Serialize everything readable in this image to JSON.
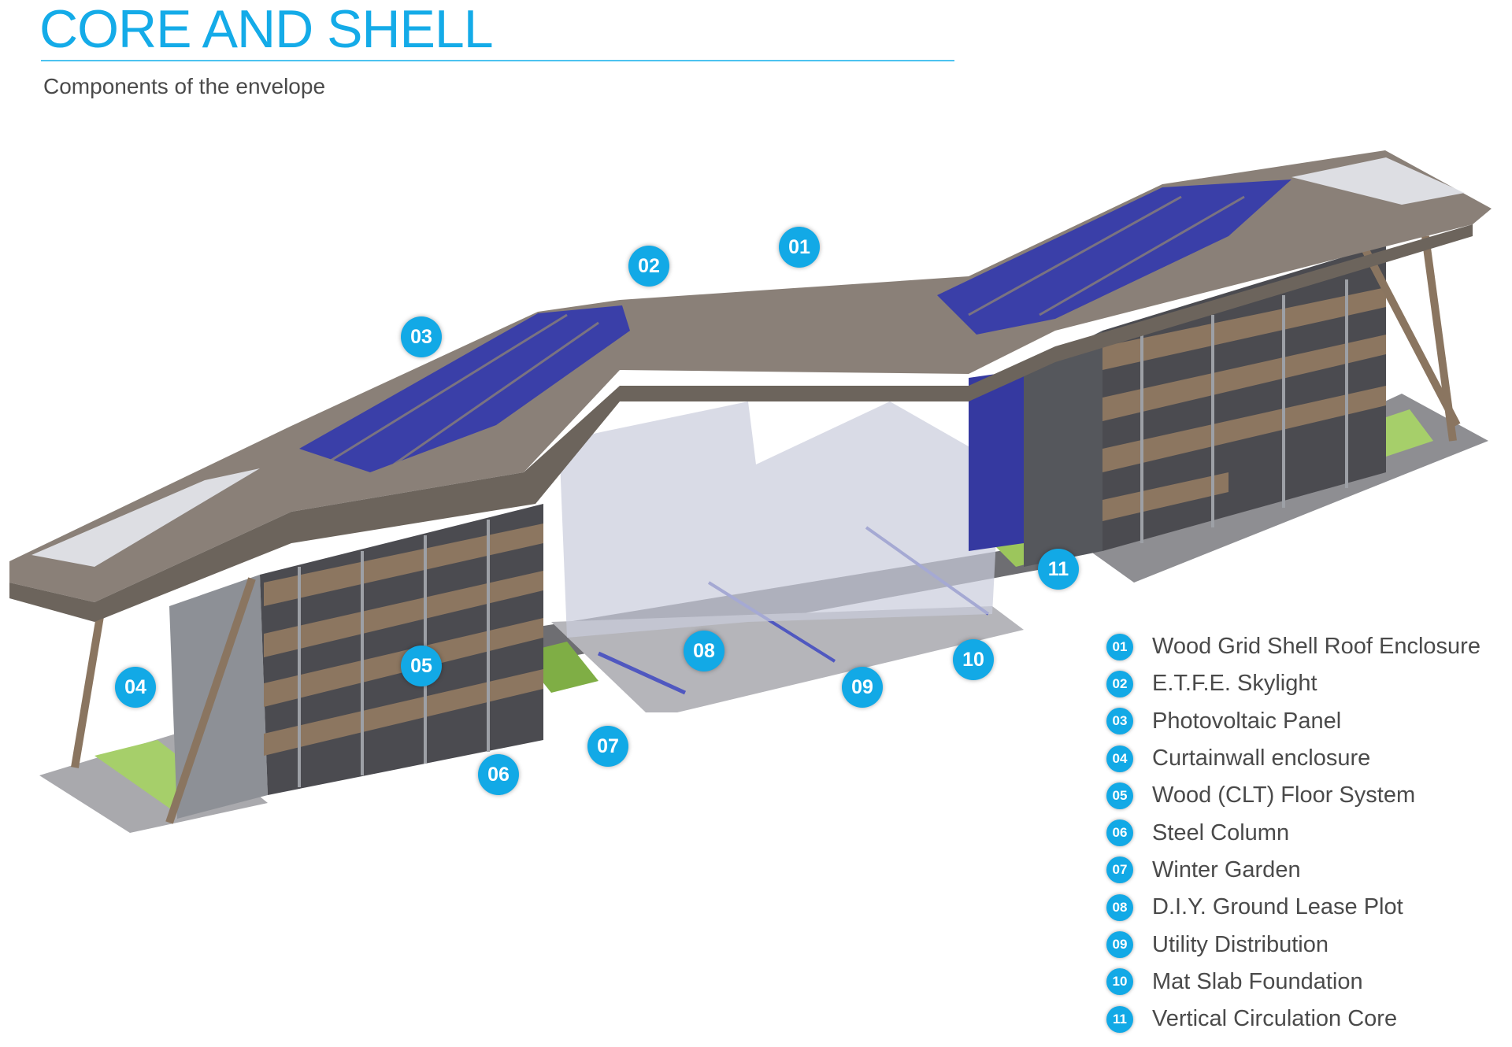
{
  "header": {
    "title": "CORE AND SHELL",
    "subtitle": "Components of the envelope"
  },
  "colors": {
    "accent": "#12a9e6",
    "text": "#4a4a4a",
    "roof_wood": "#8a8078",
    "pv_blue": "#3a3fa8",
    "floor_wood": "#8c7660",
    "garden_green": "#a6cf6a"
  },
  "markers": [
    {
      "num": "01"
    },
    {
      "num": "02"
    },
    {
      "num": "03"
    },
    {
      "num": "04"
    },
    {
      "num": "05"
    },
    {
      "num": "06"
    },
    {
      "num": "07"
    },
    {
      "num": "08"
    },
    {
      "num": "09"
    },
    {
      "num": "10"
    },
    {
      "num": "11"
    }
  ],
  "legend": [
    {
      "num": "01",
      "label": "Wood Grid Shell Roof Enclosure"
    },
    {
      "num": "02",
      "label": "E.T.F.E. Skylight"
    },
    {
      "num": "03",
      "label": "Photovoltaic Panel"
    },
    {
      "num": "04",
      "label": "Curtainwall enclosure"
    },
    {
      "num": "05",
      "label": "Wood (CLT) Floor System"
    },
    {
      "num": "06",
      "label": "Steel Column"
    },
    {
      "num": "07",
      "label": "Winter Garden"
    },
    {
      "num": "08",
      "label": "D.I.Y. Ground Lease Plot"
    },
    {
      "num": "09",
      "label": "Utility Distribution"
    },
    {
      "num": "10",
      "label": "Mat Slab Foundation"
    },
    {
      "num": "11",
      "label": "Vertical Circulation Core"
    }
  ]
}
